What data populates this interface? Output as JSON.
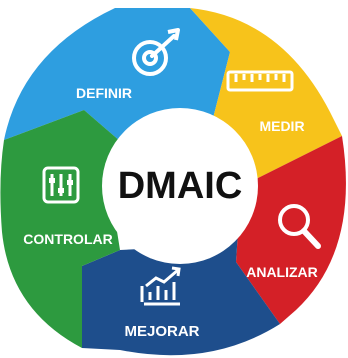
{
  "center": {
    "title": "DMAIC"
  },
  "segments": [
    {
      "id": "definir",
      "label": "DEFINIR",
      "color": "#2e9ee0",
      "icon": "target-icon"
    },
    {
      "id": "medir",
      "label": "MEDIR",
      "color": "#f7c31b",
      "icon": "ruler-icon"
    },
    {
      "id": "analizar",
      "label": "ANALIZAR",
      "color": "#d42027",
      "icon": "magnifier-icon"
    },
    {
      "id": "mejorar",
      "label": "MEJORAR",
      "color": "#1e4e8c",
      "icon": "bar-chart-icon"
    },
    {
      "id": "controlar",
      "label": "CONTROLAR",
      "color": "#2d9a3f",
      "icon": "sliders-icon"
    }
  ]
}
